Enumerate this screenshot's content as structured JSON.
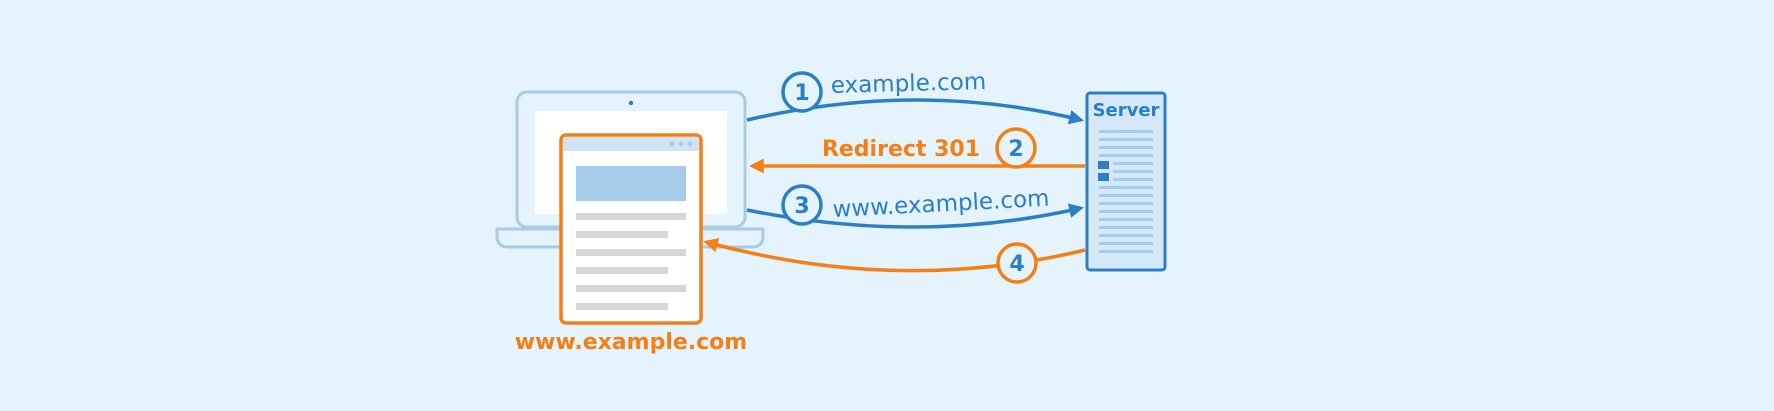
{
  "colors": {
    "background": "#e4f3fc",
    "blue": "#2a7fc6",
    "orange": "#f47f16",
    "laptop_outline": "#a8cbe6",
    "laptop_screen": "#ffffff",
    "page_header": "#cfe4f5",
    "page_block": "#a6cbeb",
    "text_lines": "#d6d6d6",
    "server_fill": "#d4e8f8",
    "server_lines": "#a6cbeb"
  },
  "laptop": {
    "icon": "laptop-icon"
  },
  "browser_window": {
    "icon": "webpage-icon",
    "caption": "www.example.com"
  },
  "server": {
    "icon": "server-icon",
    "label": "Server"
  },
  "steps": [
    {
      "number": "1",
      "label": "example.com",
      "direction": "to-server",
      "color": "blue"
    },
    {
      "number": "2",
      "label": "Redirect 301",
      "direction": "to-client",
      "color": "orange"
    },
    {
      "number": "3",
      "label": "www.example.com",
      "direction": "to-server",
      "color": "blue"
    },
    {
      "number": "4",
      "label": "",
      "direction": "to-client",
      "color": "orange"
    }
  ]
}
